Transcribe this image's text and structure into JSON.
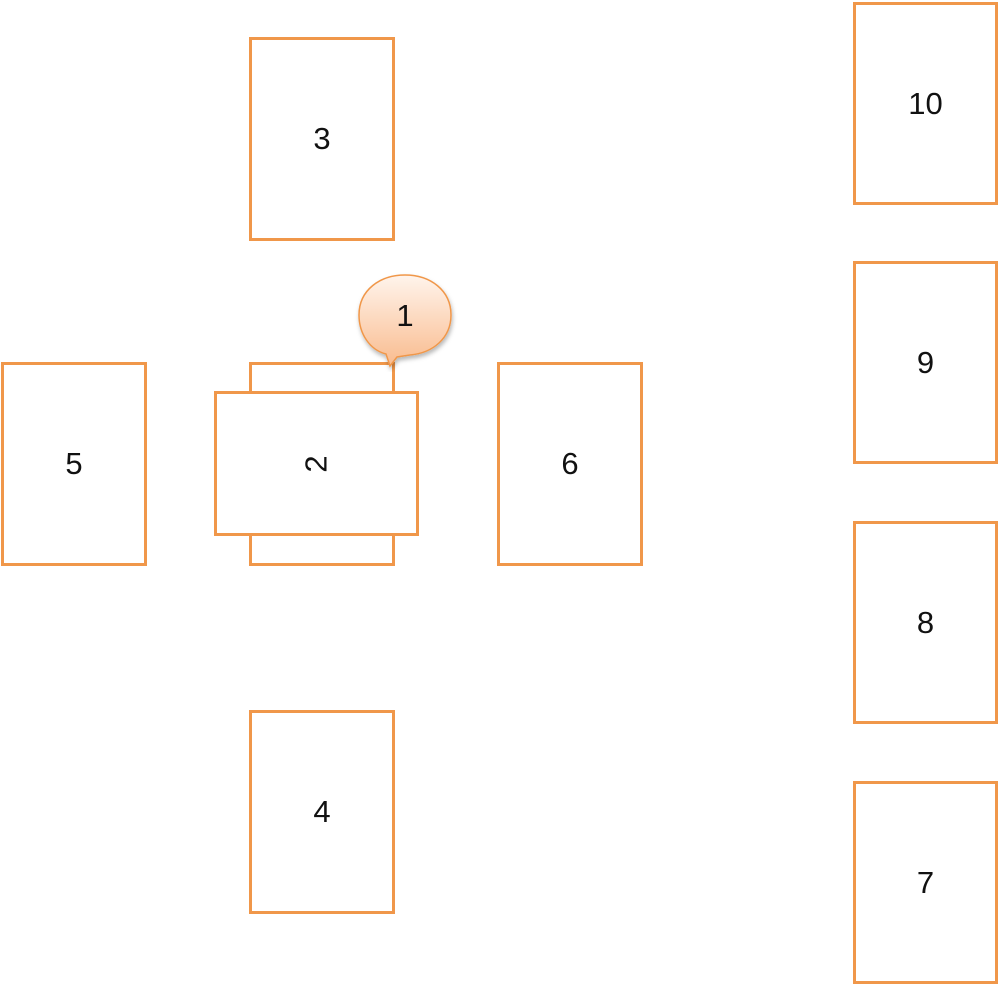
{
  "accent_color": "#f0974a",
  "callout": {
    "label": "1",
    "fill_top": "#fff4ec",
    "fill_bottom": "#f9bb8e",
    "stroke": "#f0974a"
  },
  "cards": {
    "c2": "2",
    "c3": "3",
    "c4": "4",
    "c5": "5",
    "c6": "6",
    "c7": "7",
    "c8": "8",
    "c9": "9",
    "c10": "10"
  }
}
